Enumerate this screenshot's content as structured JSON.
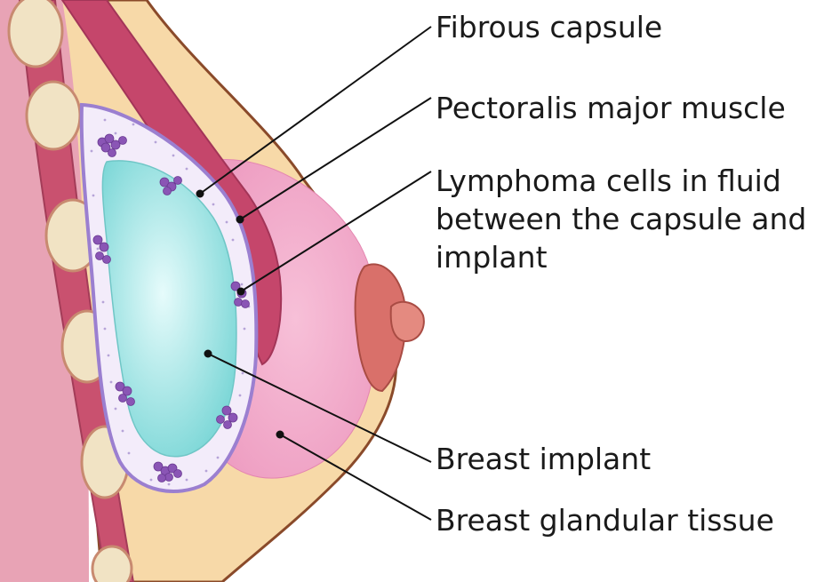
{
  "labels": {
    "fibrous_capsule": "Fibrous capsule",
    "pectoralis_major": "Pectoralis major muscle",
    "lymphoma_line1": "Lymphoma cells in fluid",
    "lymphoma_line2": "between the capsule and",
    "lymphoma_line3": "implant",
    "breast_implant": "Breast implant",
    "glandular_tissue": "Breast glandular tissue"
  },
  "colors": {
    "skin_outline": "#8a4a2a",
    "fat": "#f7d9a8",
    "chest_wall": "#e39cb0",
    "muscle": "#c5466b",
    "rib": "#f1e3c4",
    "glandular": "#f0a8c8",
    "capsule": "#9b7fd0",
    "fluid": "#f3ecfa",
    "implant": "#8fe0e0",
    "lymphoma": "#8a55b5",
    "nipple": "#d9706a"
  }
}
